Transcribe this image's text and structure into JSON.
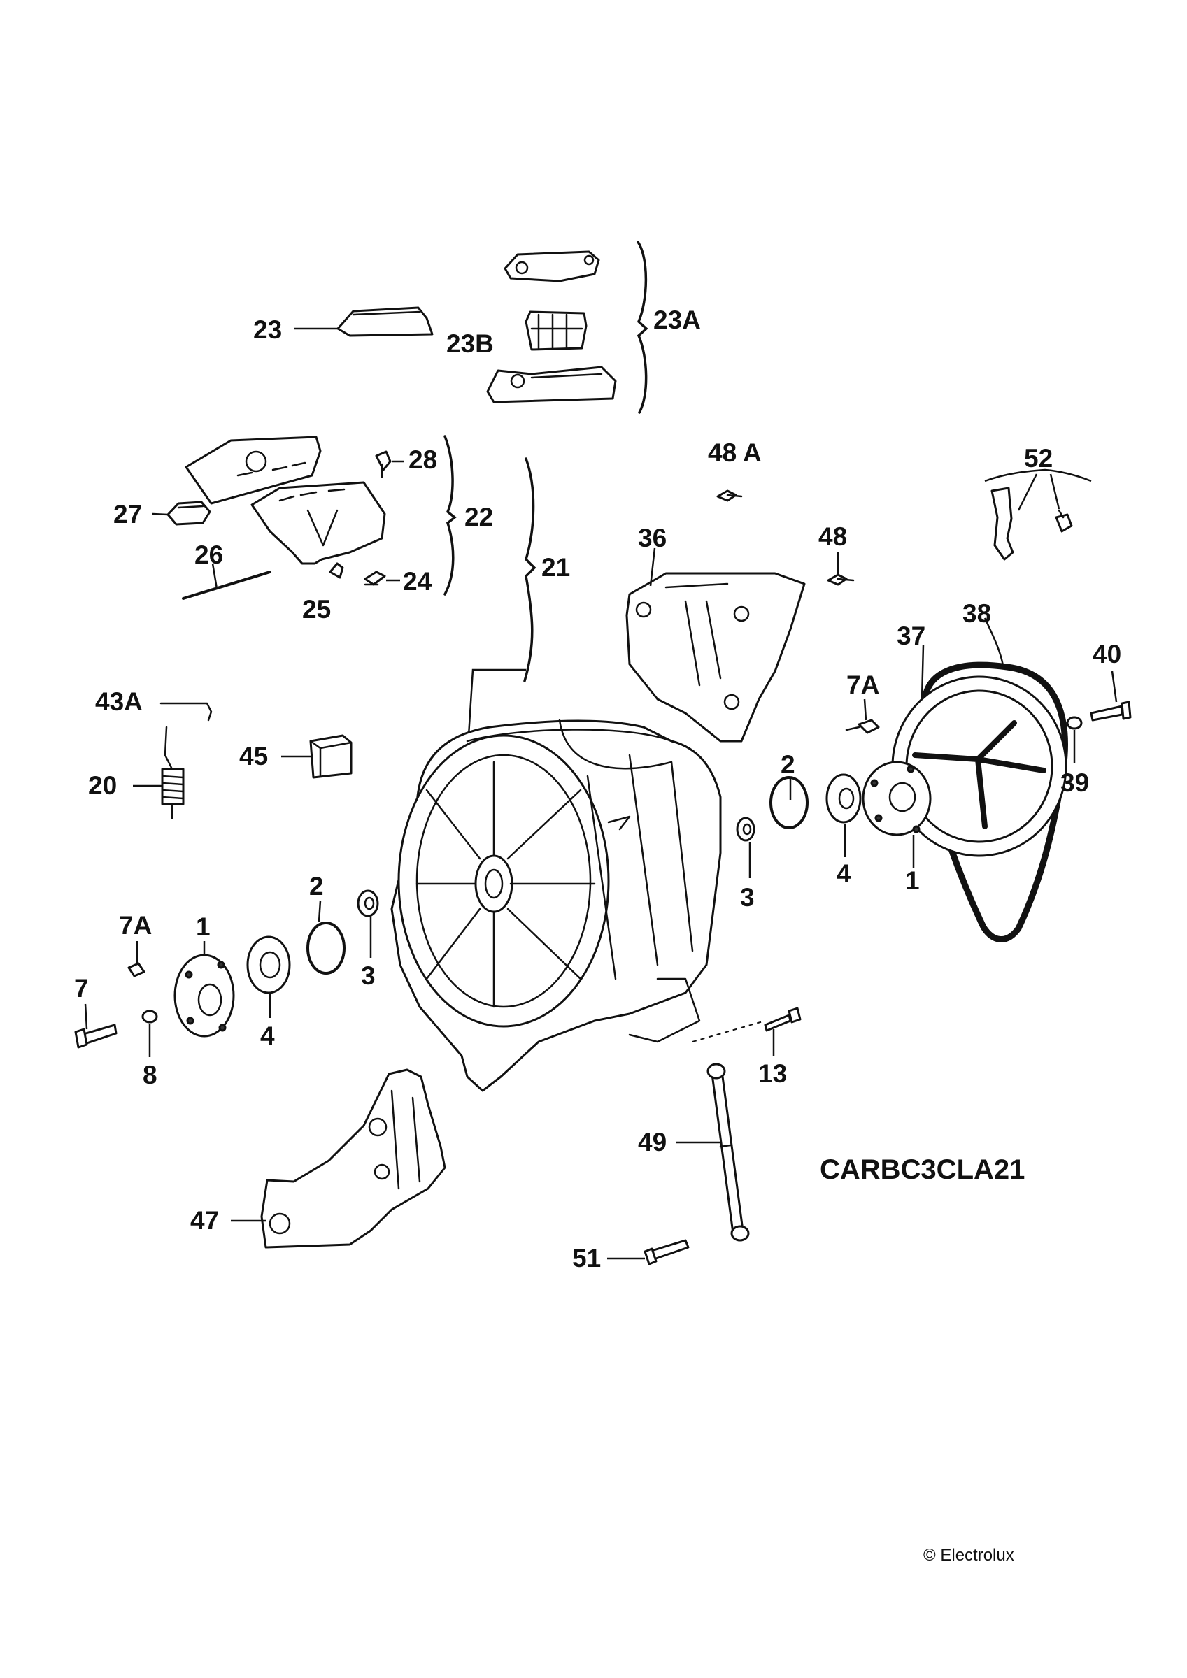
{
  "diagram": {
    "callouts": {
      "c23": "23",
      "c23B": "23B",
      "c23A": "23A",
      "c28": "28",
      "c22": "22",
      "c27": "27",
      "c26": "26",
      "c25": "25",
      "c24": "24",
      "c21": "21",
      "c48A": "48 A",
      "c48": "48",
      "c36": "36",
      "c52": "52",
      "c38": "38",
      "c37": "37",
      "c40": "40",
      "c7A_r": "7A",
      "c39": "39",
      "c2_r": "2",
      "c4_r": "4",
      "c1_r": "1",
      "c3_r": "3",
      "c43A": "43A",
      "c20": "20",
      "c45": "45",
      "c2_l": "2",
      "c7A_l": "7A",
      "c1_l": "1",
      "c7": "7",
      "c8": "8",
      "c4_l": "4",
      "c3_l": "3",
      "c13": "13",
      "c49": "49",
      "c47": "47",
      "c51": "51"
    },
    "model_code": "CARBC3CLA21",
    "copyright": "© Electrolux"
  }
}
